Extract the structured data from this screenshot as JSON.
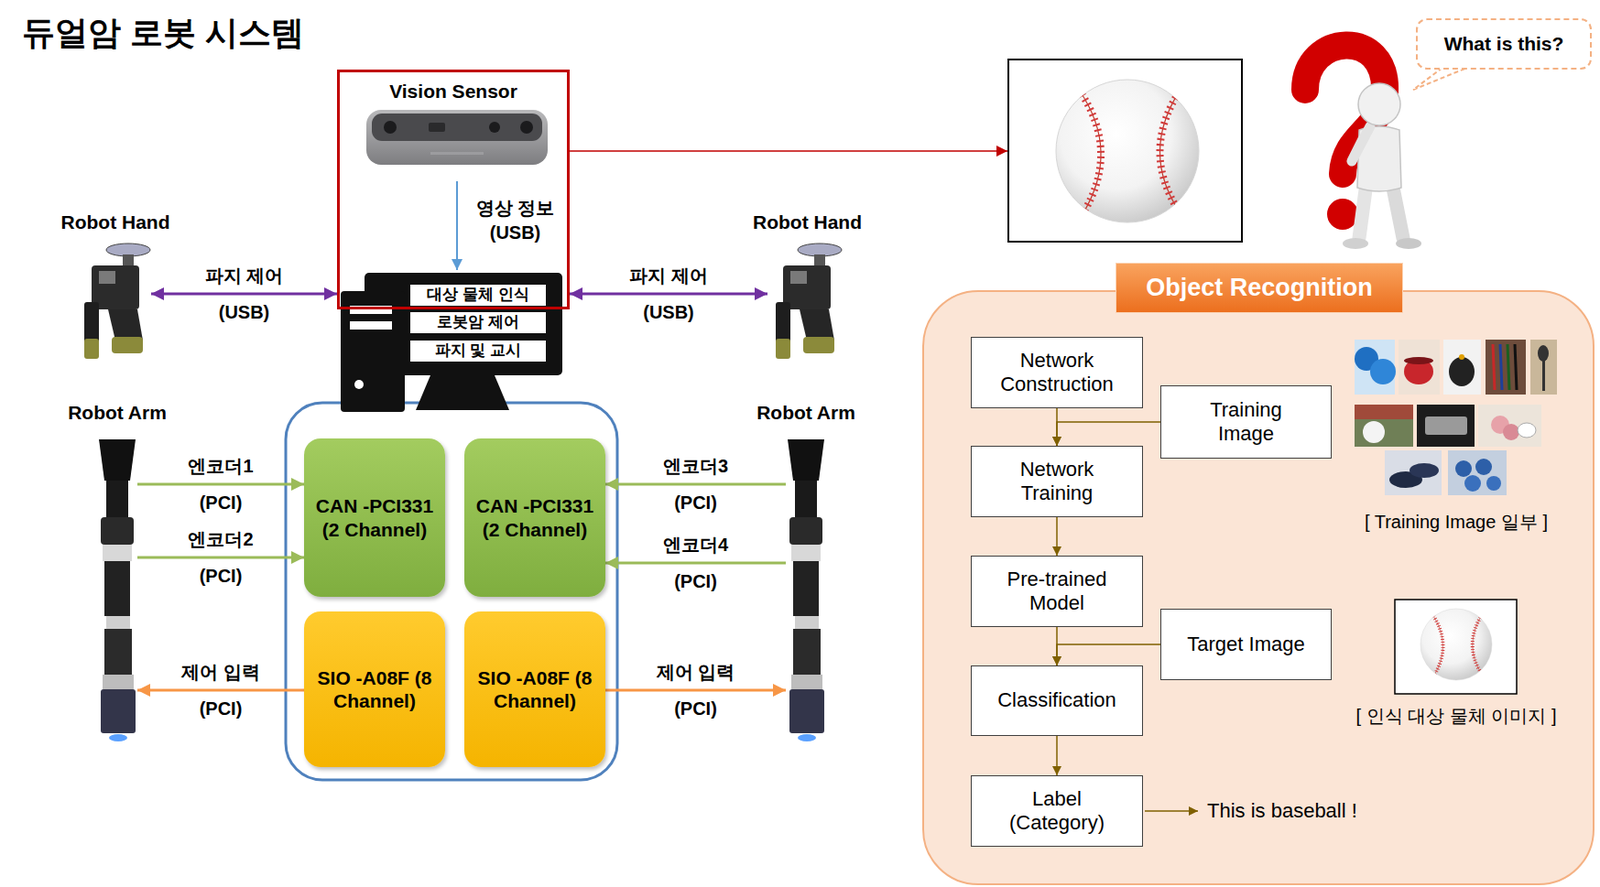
{
  "diagram": {
    "title": "듀얼암 로봇 시스템",
    "nodes": [
      {
        "text": [
          "Vision Sensor"
        ]
      },
      {
        "text": [
          "대상 물체 인식"
        ],
        "in": 0
      },
      {
        "text": [
          "로봇암 제어"
        ]
      },
      {
        "text": [
          "파지 및 교시"
        ]
      },
      {
        "text": [
          "What is this?"
        ]
      },
      {
        "text": [
          "Robot Hand"
        ]
      },
      {
        "text": [
          "Robot Hand"
        ]
      },
      {
        "text": [
          "Object Recognition"
        ]
      },
      {
        "text": [
          "Network Construction"
        ],
        "in": 7
      },
      {
        "text": [
          "Training Image"
        ],
        "in": 7
      },
      {
        "text": [
          "Network Training"
        ],
        "in": 7
      },
      {
        "text": [
          "Pre-trained Model"
        ],
        "in": 7
      },
      {
        "text": [
          "Target Image"
        ],
        "in": 7
      },
      {
        "text": [
          "Classification"
        ],
        "in": 7
      },
      {
        "text": [
          "Label (Category)"
        ],
        "in": 7
      },
      {
        "text": [
          "Robot Arm"
        ]
      },
      {
        "text": [
          "Robot Arm"
        ]
      },
      {
        "text": [
          "CAN -PCI331 (2 Channel)"
        ]
      },
      {
        "text": [
          "CAN -PCI331 (2 Channel)"
        ]
      },
      {
        "text": [
          "SIO -A08F (8 Channel)"
        ]
      },
      {
        "text": [
          "SIO -A08F (8 Channel)"
        ]
      }
    ],
    "edges": [
      {
        "from": 5,
        "to": 0,
        "arrow": "both",
        "label": "파지 제어 (USB)"
      },
      {
        "from": 0,
        "to": 6,
        "arrow": "both",
        "label": "파지 제어 (USB)"
      },
      {
        "from": 15,
        "to": 17,
        "arrow": "to",
        "label": "엔코더1 (PCI)"
      },
      {
        "from": 15,
        "to": 17,
        "arrow": "to",
        "label": "엔코더2 (PCI)"
      },
      {
        "from": 16,
        "to": 18,
        "arrow": "to",
        "label": "엔코더3 (PCI)"
      },
      {
        "from": 16,
        "to": 18,
        "arrow": "to",
        "label": "엔코더4 (PCI)"
      },
      {
        "from": 19,
        "to": 15,
        "arrow": "to",
        "label": "제어 입력 (PCI)"
      },
      {
        "from": 20,
        "to": 16,
        "arrow": "to",
        "label": "제어 입력 (PCI)"
      },
      {
        "from": 8,
        "to": 10,
        "arrow": "to"
      },
      {
        "from": 9,
        "to": 10,
        "arrow": "to"
      },
      {
        "from": 10,
        "to": 11,
        "arrow": "to"
      },
      {
        "from": 11,
        "to": 13,
        "arrow": "to"
      },
      {
        "from": 12,
        "to": 13,
        "arrow": "to"
      },
      {
        "from": 13,
        "to": 14,
        "arrow": "to"
      }
    ],
    "labels": [
      "영상 정보 (USB)",
      "This is baseball !",
      "[ Training Image 일부 ]",
      "[ 인식 대상 물체 이미지 ]"
    ]
  }
}
